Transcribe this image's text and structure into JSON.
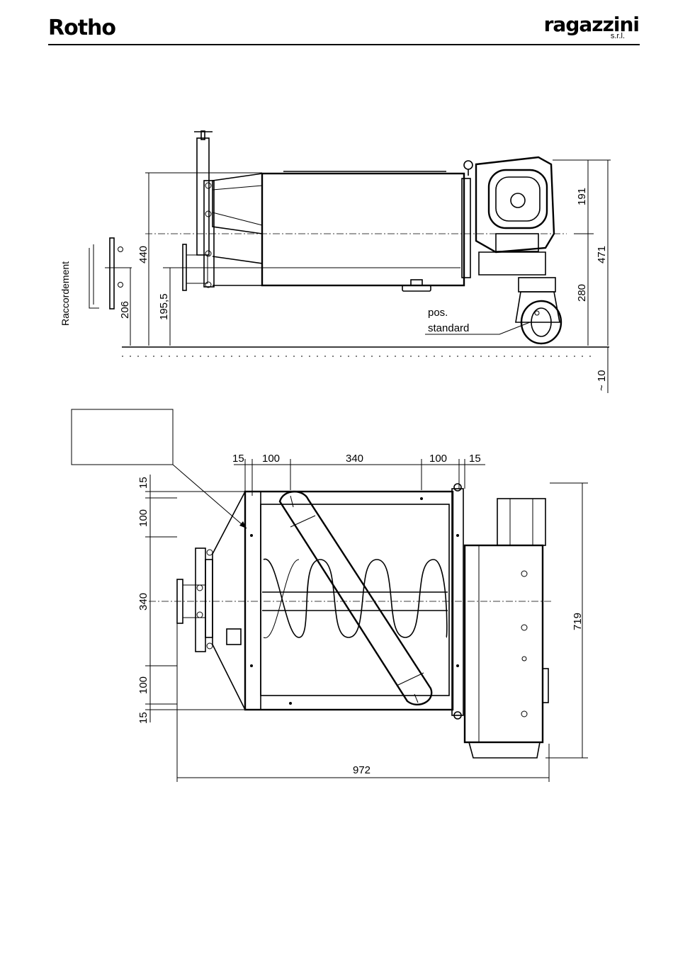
{
  "header": {
    "brand_left": "Rotho",
    "brand_right": "ragazzini",
    "brand_right_suffix": "s.r.l."
  },
  "side_view": {
    "connection_label": "Raccordement",
    "dim_440": "440",
    "dim_195_5": "195,5",
    "dim_206": "206",
    "dim_191": "191",
    "dim_471": "471",
    "dim_280": "280",
    "dim_10": "~ 10",
    "wheel_note_line1": "pos.",
    "wheel_note_line2": "standard"
  },
  "top_view": {
    "dim_top": [
      "15",
      "100",
      "340",
      "100",
      "15"
    ],
    "dim_left": [
      "15",
      "100",
      "340",
      "100",
      "15"
    ],
    "dim_right": "719",
    "dim_bottom": "972",
    "callout_text": ""
  }
}
